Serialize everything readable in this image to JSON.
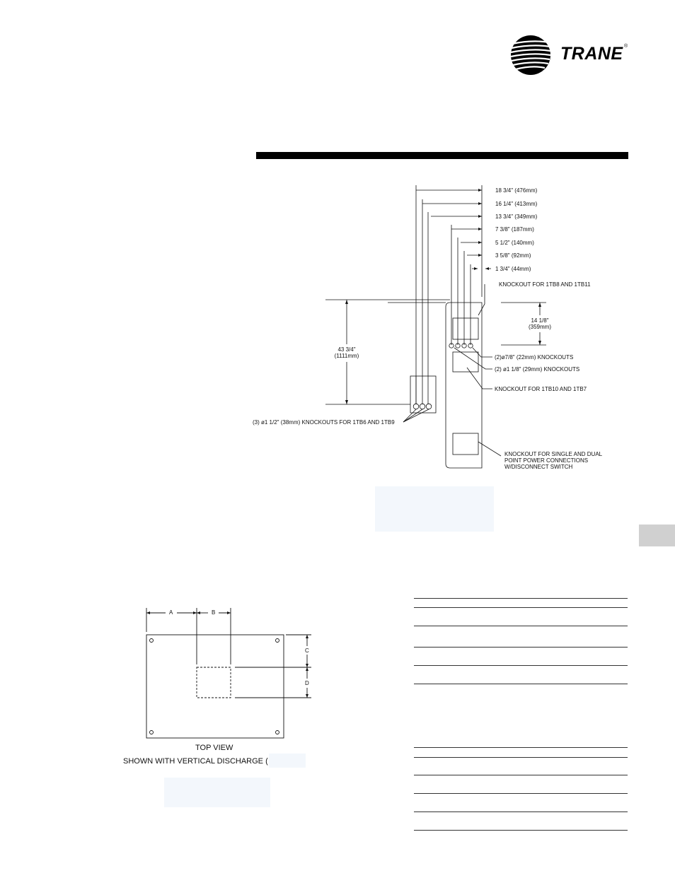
{
  "brand": {
    "name": "TRANE",
    "registered": "®"
  },
  "figure_unit_dims": {
    "horizontal": [
      "18 3/4\" (476mm)",
      "16 1/4\" (413mm)",
      "13 3/4\" (349mm)",
      "7 3/8\" (187mm)",
      "5 1/2\" (140mm)",
      "3 5/8\" (92mm)",
      "1 3/4\" (44mm)"
    ],
    "height_main": [
      "43 3/4\"",
      "(1111mm)"
    ],
    "height_right": [
      "14 1/8\"",
      "(359mm)"
    ],
    "callouts": {
      "ko_1tb8": "KNOCKOUT FOR 1TB8 AND 1TB11",
      "ko_78": "(2)ø7/8\" (22mm) KNOCKOUTS",
      "ko_118": "(2) ø1 1/8\" (29mm) KNOCKOUTS",
      "ko_1tb10": "KNOCKOUT FOR 1TB10 AND 1TB7",
      "ko_112": "(3) ø1 1/2\" (38mm) KNOCKOUTS FOR 1TB6 AND 1TB9",
      "ko_power": [
        "KNOCKOUT FOR SINGLE AND DUAL",
        "POINT POWER CONNECTIONS",
        "W/DISCONNECT SWITCH"
      ]
    }
  },
  "figure_top_view": {
    "letters": [
      "A",
      "B",
      "C",
      "D"
    ],
    "label": "TOP VIEW",
    "sublabel": "SHOWN WITH VERTICAL DISCHARGE ("
  }
}
